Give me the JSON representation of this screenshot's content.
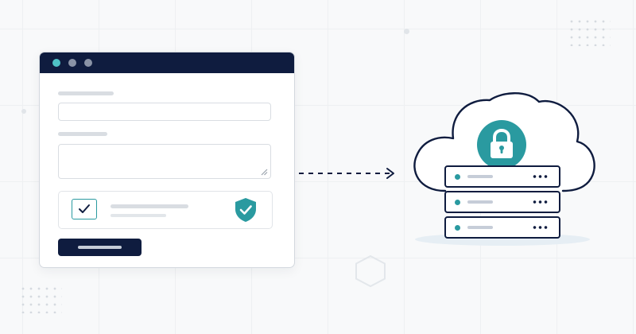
{
  "theme": {
    "navy": "#0f1c3f",
    "teal": "#2a9aa0",
    "placeholder_line": "#d9dde2",
    "border": "#d3d8de",
    "background": "#f8f9fa"
  },
  "form_window": {
    "titlebar_dot_colors": [
      "#4fc3c7",
      "#8a93a6",
      "#8a93a6"
    ],
    "icons": {
      "checkbox": "check-icon",
      "security": "shield-check-icon",
      "resize": "resize-grip-icon"
    }
  },
  "connector": {
    "style": "dashed-arrow",
    "direction": "right"
  },
  "cloud": {
    "lock_icon": "padlock-icon",
    "server_count": 3
  }
}
